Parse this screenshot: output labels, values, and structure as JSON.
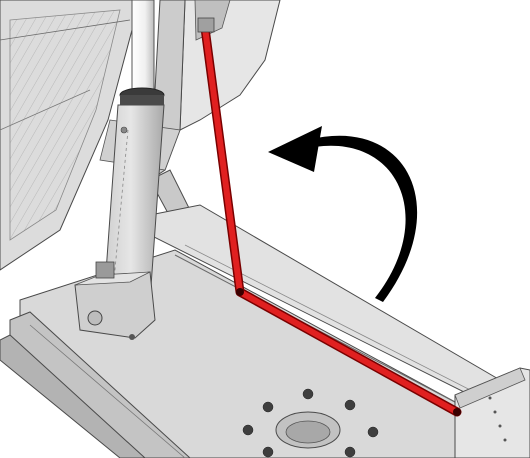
{
  "figure": {
    "kind": "technical-illustration",
    "view": "isometric",
    "highlight_color": "#e02020",
    "arrow_color": "#000000",
    "arrow_direction": "counter-clockwise",
    "body_color": "#d6d6d6",
    "line_color": "#3a3a3a"
  }
}
